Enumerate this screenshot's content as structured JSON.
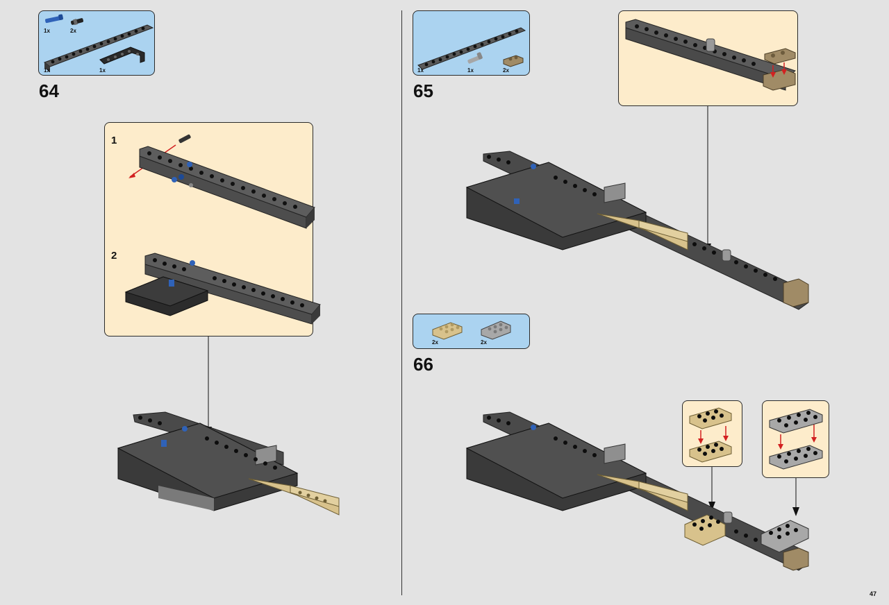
{
  "page": {
    "number": "47"
  },
  "colors": {
    "background": "#e3e3e3",
    "parts_box": "#abd3f0",
    "callout": "#fdeccb",
    "dark_grey": "#5a5a5a",
    "black": "#1e1e1e",
    "tan": "#d8c28c",
    "light_grey": "#9c9c9c",
    "blue": "#2f62b8",
    "red": "#d22020"
  },
  "steps": [
    {
      "number": "64",
      "parts": [
        {
          "icon": "blue-axle-pin-icon",
          "qty": "1x"
        },
        {
          "icon": "black-friction-pin-icon",
          "qty": "2x"
        },
        {
          "icon": "dark-grey-technic-beam-icon",
          "qty": "1x"
        },
        {
          "icon": "black-angle-beam-icon",
          "qty": "1x"
        }
      ],
      "substeps": [
        {
          "label": "1"
        },
        {
          "label": "2"
        }
      ]
    },
    {
      "number": "65",
      "parts": [
        {
          "icon": "dark-grey-technic-beam-icon",
          "qty": "1x"
        },
        {
          "icon": "grey-axle-pin-icon",
          "qty": "1x"
        },
        {
          "icon": "dark-tan-plate-1x2-icon",
          "qty": "2x"
        }
      ]
    },
    {
      "number": "66",
      "parts": [
        {
          "icon": "tan-plate-2x3-icon",
          "qty": "2x"
        },
        {
          "icon": "grey-plate-2x3-icon",
          "qty": "2x"
        }
      ]
    }
  ]
}
